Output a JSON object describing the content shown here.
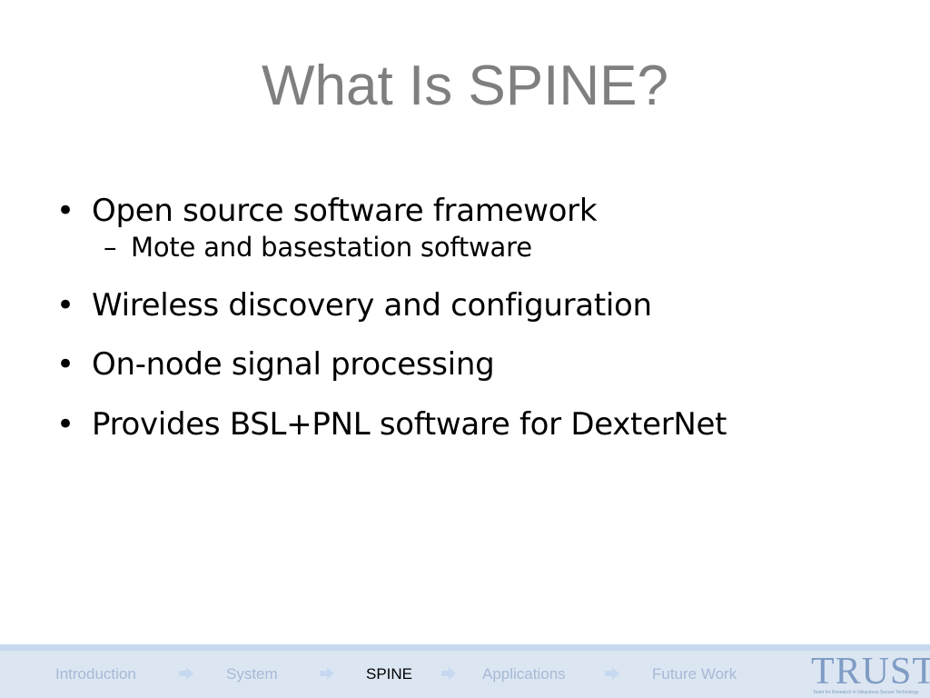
{
  "slide": {
    "title": "What Is SPINE?",
    "bullets": [
      {
        "text": "Open source software framework",
        "sub": [
          "Mote and basestation software"
        ]
      },
      {
        "text": "Wireless discovery and configuration"
      },
      {
        "text": "On-node signal processing"
      },
      {
        "text": "Provides BSL+PNL software for DexterNet"
      }
    ]
  },
  "footer": {
    "nav": [
      {
        "label": "Introduction",
        "active": false
      },
      {
        "label": "System",
        "active": false
      },
      {
        "label": "SPINE",
        "active": true
      },
      {
        "label": "Applications",
        "active": false
      },
      {
        "label": "Future Work",
        "active": false
      }
    ],
    "logo": {
      "text": "TRUST",
      "tagline": "Team for Research in Ubiquitous Secure Technology"
    }
  },
  "icons": {
    "bullet": "•",
    "sub_bullet": "–",
    "nav_arrow": "right-arrow-icon"
  },
  "colors": {
    "title": "#7f7f7f",
    "footer_bg": "#dce6f2",
    "footer_border": "#c6d9f0",
    "nav_inactive": "#a6b9d6",
    "nav_active": "#000000",
    "arrow": "#c6d9f0",
    "logo": "#7f9cc4"
  }
}
